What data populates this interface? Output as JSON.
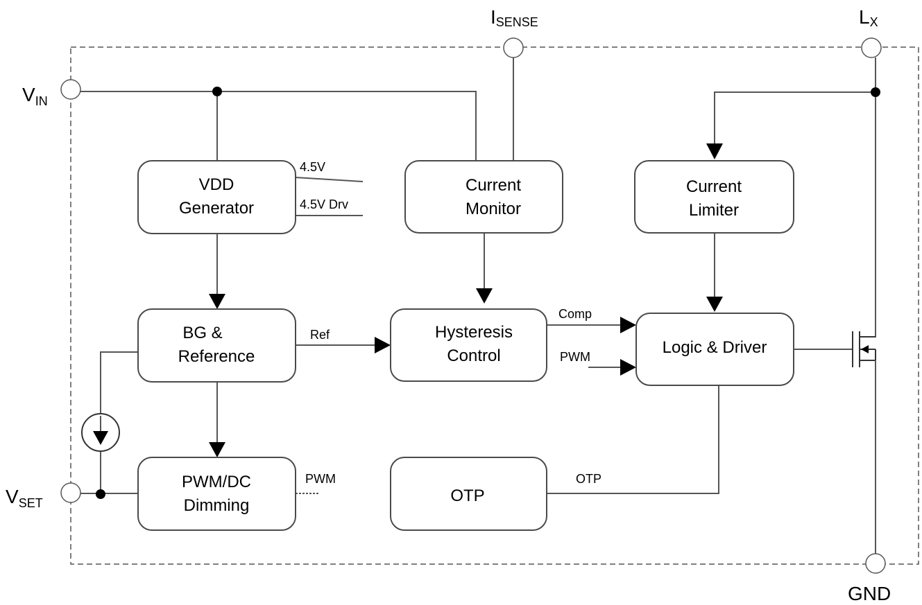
{
  "pins": {
    "vin": {
      "main": "V",
      "sub": "IN"
    },
    "isense": {
      "main": "I",
      "sub": "SENSE"
    },
    "lx": {
      "main": "L",
      "sub": "X"
    },
    "vset": {
      "main": "V",
      "sub": "SET"
    },
    "gnd": {
      "main": "GND"
    }
  },
  "blocks": {
    "vdd": {
      "line1": "VDD",
      "line2": "Generator"
    },
    "current_monitor": {
      "line1": "Current",
      "line2": "Monitor"
    },
    "current_limiter": {
      "line1": "Current",
      "line2": "Limiter"
    },
    "bg_ref": {
      "line1": "BG &",
      "line2": "Reference"
    },
    "hysteresis": {
      "line1": "Hysteresis",
      "line2": "Control"
    },
    "logic_driver": {
      "line1": "Logic & Driver"
    },
    "pwm_dc": {
      "line1": "PWM/DC",
      "line2": "Dimming"
    },
    "otp": {
      "line1": "OTP"
    }
  },
  "signals": {
    "v45": "4.5V",
    "v45drv": "4.5V Drv",
    "ref": "Ref",
    "comp": "Comp",
    "pwm_in": "PWM",
    "pwm_out": "PWM",
    "otp": "OTP"
  }
}
